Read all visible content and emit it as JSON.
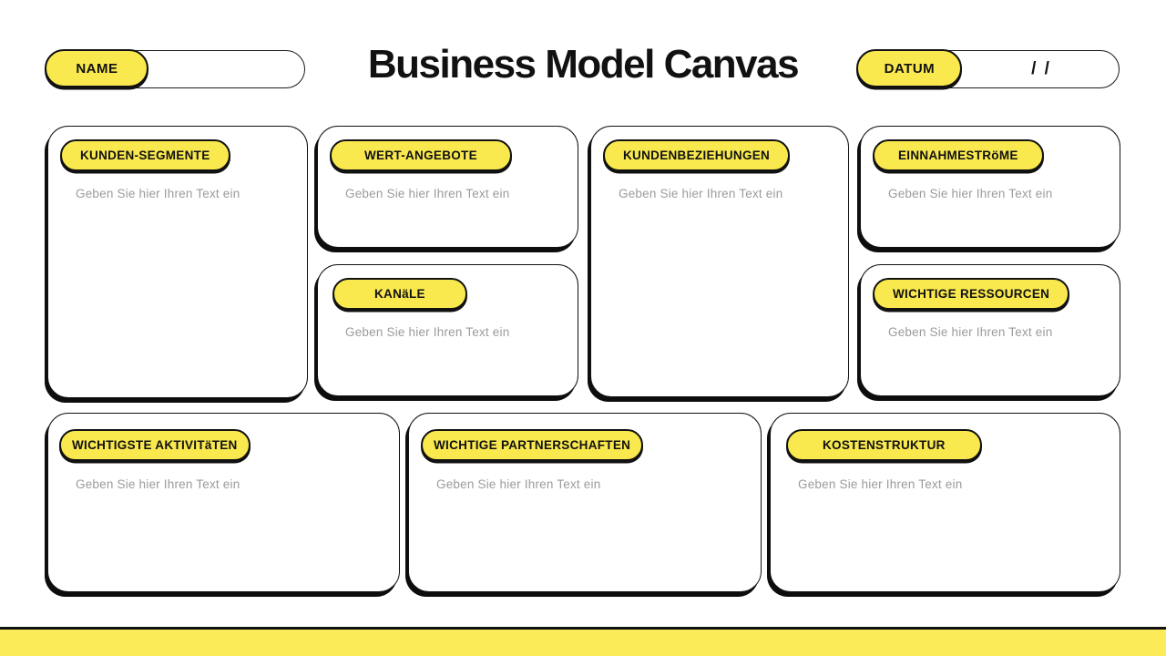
{
  "page": {
    "title": "Business Model Canvas"
  },
  "header": {
    "name_field": {
      "label": "NAME",
      "value": ""
    },
    "datum_field": {
      "label": "DATUM",
      "value": "/ /"
    }
  },
  "cards": [
    {
      "id": "kunden-segmente",
      "label": "KUNDEN-SEGMENTE",
      "placeholder": "Geben Sie hier Ihren Text ein"
    },
    {
      "id": "wert-angebote",
      "label": "WERT-ANGEBOTE",
      "placeholder": "Geben Sie hier Ihren Text ein"
    },
    {
      "id": "kundenbeziehungen",
      "label": "KUNDENBEZIEHUNGEN",
      "placeholder": "Geben Sie hier Ihren Text ein"
    },
    {
      "id": "einnahmestroeme",
      "label": "EINNAHMESTRöME",
      "placeholder": "Geben Sie hier Ihren Text ein"
    },
    {
      "id": "kanaele",
      "label": "KANäLE",
      "placeholder": "Geben Sie hier Ihren Text ein"
    },
    {
      "id": "wichtige-ressourcen",
      "label": "WICHTIGE RESSOURCEN",
      "placeholder": "Geben Sie hier Ihren Text ein"
    },
    {
      "id": "wichtigste-aktivitaeten",
      "label": "WICHTIGSTE AKTIVITäTEN",
      "placeholder": "Geben Sie hier Ihren Text ein"
    },
    {
      "id": "wichtige-partnerschaften",
      "label": "WICHTIGE PARTNERSCHAFTEN",
      "placeholder": "Geben Sie hier Ihren Text ein"
    },
    {
      "id": "kostenstruktur",
      "label": "KOSTENSTRUKTUR",
      "placeholder": "Geben Sie hier Ihren Text ein"
    }
  ],
  "colors": {
    "accent_yellow": "#F9E94F",
    "outline_black": "#111111",
    "placeholder_gray": "#9B9B9B",
    "footer_yellow": "#FBEB58"
  }
}
